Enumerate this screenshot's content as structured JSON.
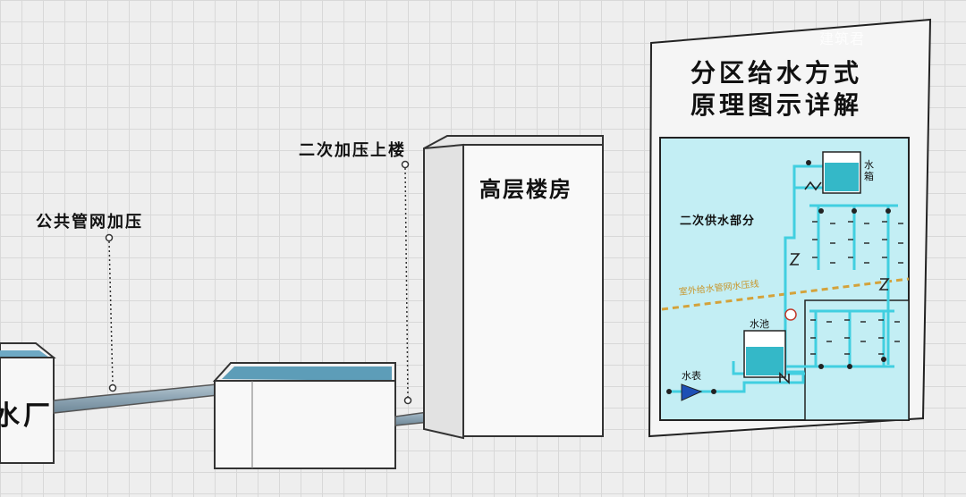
{
  "labels": {
    "public_pressure": "公共管网加压",
    "secondary_pressure": "二次加压上楼",
    "building": "高层楼房",
    "plant_partial": "水厂"
  },
  "panel": {
    "title_line1": "分区给水方式",
    "title_line2": "原理图示详解",
    "secondary_supply": "二次供水部分",
    "outdoor_pressure_line": "室外给水管网水压线",
    "pool": "水池",
    "tank": "水箱",
    "meter": "水表",
    "watermark": "建筑君"
  },
  "colors": {
    "pipe": "#8fa6b5",
    "water": "#5d9db8",
    "panel_bg": "#c3eef4",
    "panel_pipe": "#41cfe0",
    "dashed_line": "#d4a23a"
  }
}
